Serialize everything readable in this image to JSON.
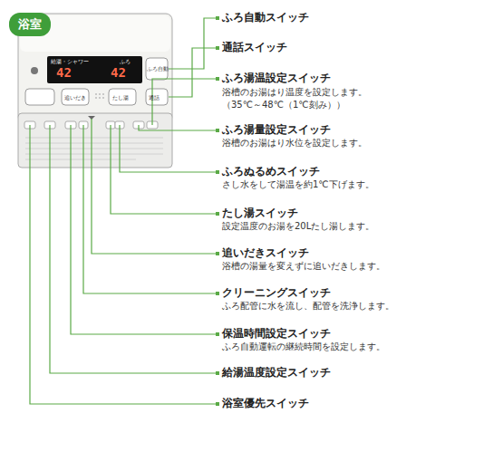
{
  "diagram": {
    "nodes": [
      {
        "text": [
          "浴室"
        ]
      }
    ],
    "labels": [
      "ふろ自動スイッチ",
      "通話スイッチ",
      "ふろ湯温設定スイッチ",
      "浴槽のお湯はり温度を設定します。",
      "（35℃～48℃（1℃刻み））",
      "ふろ湯量設定スイッチ",
      "浴槽のお湯はり水位を設定します。",
      "ふろぬるめスイッチ",
      "さし水をして湯温を約1℃下げます。",
      "たし湯スイッチ",
      "設定温度のお湯を20Lたし湯します。",
      "追いだきスイッチ",
      "浴槽の湯量を変えずに追いだきします。",
      "クリーニングスイッチ",
      "ふろ配管に水を流し、配管を洗浄します。",
      "保温時間設定スイッチ",
      "ふろ自動運転の継続時間を設定します。",
      "給湯温度設定スイッチ",
      "浴室優先スイッチ",
      "給湯・シャワー",
      "ふろ",
      "42",
      "42",
      "ふろ自動",
      "通話",
      "追いだき",
      "たし湯"
    ]
  }
}
